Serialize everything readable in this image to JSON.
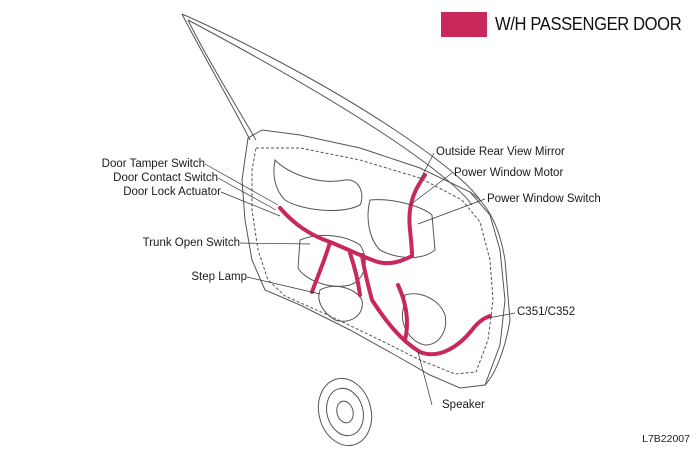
{
  "legend": {
    "label": "W/H PASSENGER DOOR",
    "color": "#c8285a"
  },
  "callouts": {
    "door_tamper_switch": "Door Tamper Switch",
    "door_contact_switch": "Door Contact Switch",
    "door_lock_actuator": "Door Lock Actuator",
    "trunk_open_switch": "Trunk Open Switch",
    "step_lamp": "Step Lamp",
    "outside_rear_view_mirror": "Outside Rear View Mirror",
    "power_window_motor": "Power Window Motor",
    "power_window_switch": "Power Window Switch",
    "connector": "C351/C352",
    "speaker": "Speaker"
  },
  "figure_code": "L7B22007"
}
